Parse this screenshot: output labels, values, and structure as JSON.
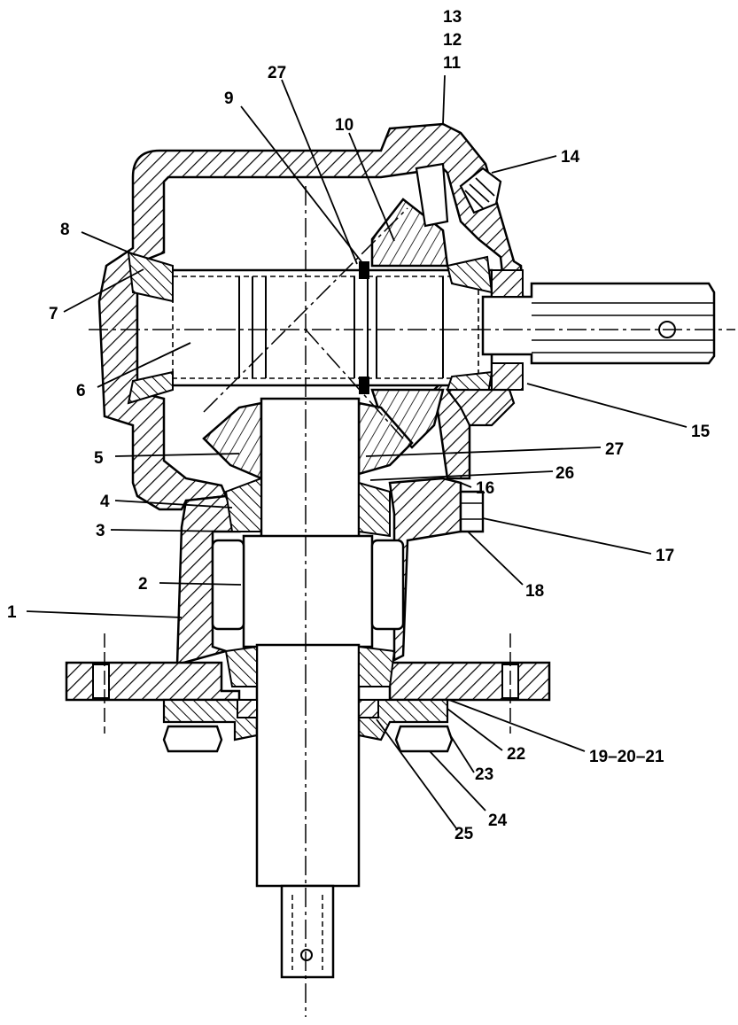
{
  "diagram": {
    "callouts": [
      {
        "id": "c1",
        "label": "1"
      },
      {
        "id": "c2",
        "label": "2"
      },
      {
        "id": "c3",
        "label": "3"
      },
      {
        "id": "c4",
        "label": "4"
      },
      {
        "id": "c5",
        "label": "5"
      },
      {
        "id": "c6",
        "label": "6"
      },
      {
        "id": "c7",
        "label": "7"
      },
      {
        "id": "c8",
        "label": "8"
      },
      {
        "id": "c9",
        "label": "9"
      },
      {
        "id": "c10",
        "label": "10"
      },
      {
        "id": "c11",
        "label": "11"
      },
      {
        "id": "c12",
        "label": "12"
      },
      {
        "id": "c13",
        "label": "13"
      },
      {
        "id": "c14",
        "label": "14"
      },
      {
        "id": "c15",
        "label": "15"
      },
      {
        "id": "c16",
        "label": "16"
      },
      {
        "id": "c17",
        "label": "17"
      },
      {
        "id": "c18",
        "label": "18"
      },
      {
        "id": "c19",
        "label": "19–20–21"
      },
      {
        "id": "c22",
        "label": "22"
      },
      {
        "id": "c23",
        "label": "23"
      },
      {
        "id": "c24",
        "label": "24"
      },
      {
        "id": "c25",
        "label": "25"
      },
      {
        "id": "c26",
        "label": "26"
      },
      {
        "id": "c27a",
        "label": "27"
      },
      {
        "id": "c27b",
        "label": "27"
      }
    ]
  }
}
